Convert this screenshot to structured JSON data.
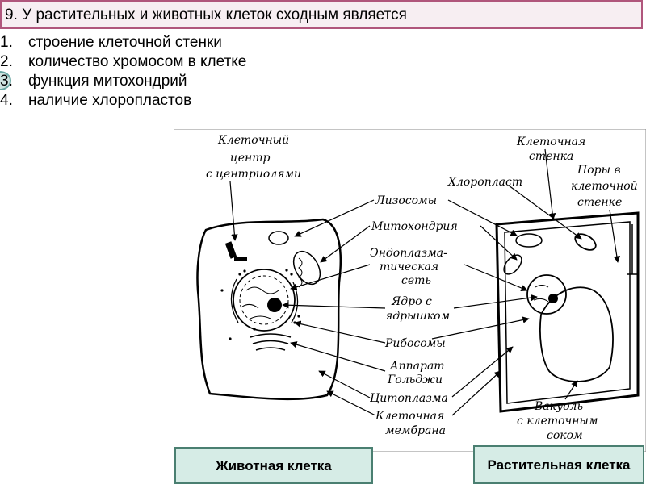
{
  "question": {
    "text": "9. У растительных и животных клеток сходным является"
  },
  "options": [
    {
      "num": "1.",
      "text": "строение клеточной стенки"
    },
    {
      "num": "2.",
      "text": "количество хромосом в клетке"
    },
    {
      "num": "3.",
      "text": "функция митохондрий",
      "marked": true
    },
    {
      "num": "4.",
      "text": "наличие хлоропластов"
    }
  ],
  "diagram": {
    "labels": {
      "cell_center_1": "Клеточный",
      "cell_center_2": "центр",
      "cell_center_3": "с центриолями",
      "cell_wall_1": "Клеточная",
      "cell_wall_2": "стенка",
      "chloroplast": "Хлоропласт",
      "pores_1": "Поры в",
      "pores_2": "клеточной",
      "pores_3": "стенке",
      "lysosomes": "Лизосомы",
      "mitochondria": "Митохондрия",
      "er_1": "Эндоплазма-",
      "er_2": "тическая",
      "er_3": "сеть",
      "nucleus_1": "Ядро с",
      "nucleus_2": "ядрышком",
      "ribosomes": "Рибосомы",
      "golgi_1": "Аппарат",
      "golgi_2": "Гольджи",
      "cytoplasm": "Цитоплазма",
      "membrane_1": "Клеточная",
      "membrane_2": "мембрана",
      "vacuole_1": "Вакуоль",
      "vacuole_2": "с клеточным",
      "vacuole_3": "соком"
    }
  },
  "captions": {
    "animal": "Животная клетка",
    "plant": "Растительная клетка"
  },
  "colors": {
    "question_border": "#b0567c",
    "question_bg": "#f7eef2",
    "caption_bg": "#d6ece6",
    "caption_border": "#4a7f71",
    "answer_mark": "#cfe3e0"
  }
}
